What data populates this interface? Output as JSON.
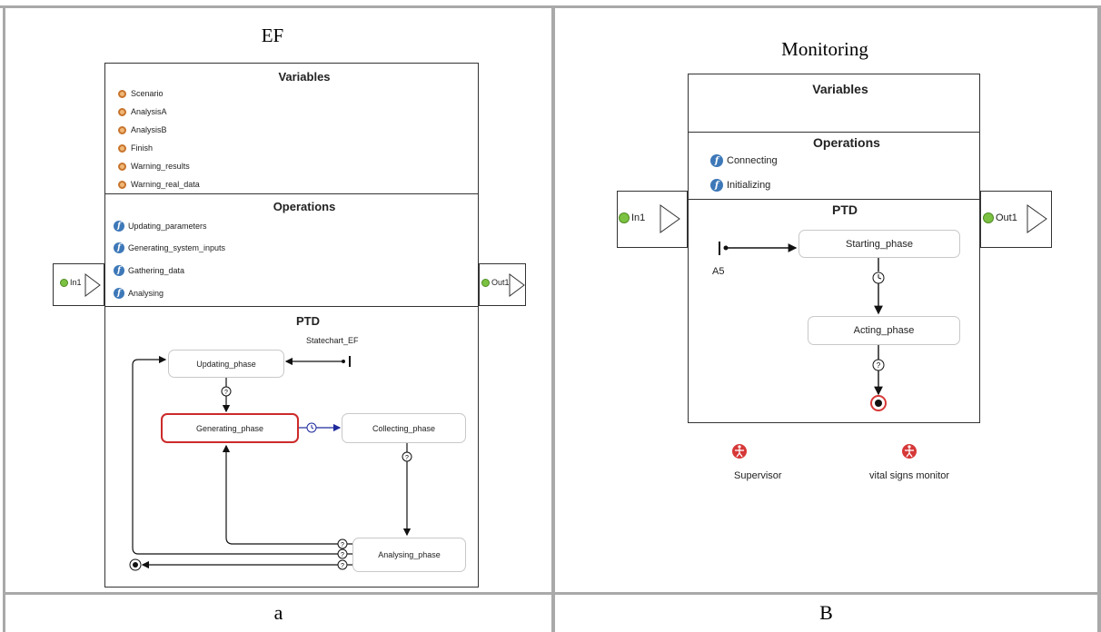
{
  "panel_a": {
    "title": "EF",
    "caption": "a",
    "variables_title": "Variables",
    "variables": [
      "Scenario",
      "AnalysisA",
      "AnalysisB",
      "Finish",
      "Warning_results",
      "Warning_real_data"
    ],
    "operations_title": "Operations",
    "operations": [
      "Updating_parameters",
      "Generating_system_inputs",
      "Gathering_data",
      "Analysing"
    ],
    "ptd_title": "PTD",
    "in_port": "In1",
    "out_port": "Out1",
    "statechart_label": "Statechart_EF",
    "states": {
      "updating": "Updating_phase",
      "generating": "Generating_phase",
      "collecting": "Collecting_phase",
      "analysing": "Analysing_phase"
    }
  },
  "panel_b": {
    "title": "Monitoring",
    "caption": "B",
    "variables_title": "Variables",
    "operations_title": "Operations",
    "operations": [
      "Connecting",
      "Initializing"
    ],
    "ptd_title": "PTD",
    "in_port": "In1",
    "out_port": "Out1",
    "initial_label": "A5",
    "states": {
      "starting": "Starting_phase",
      "acting": "Acting_phase"
    },
    "actors": [
      "Supervisor",
      "vital  signs  monitor"
    ]
  },
  "colors": {
    "active_state_border": "#cc2a2a",
    "variable_icon": "#c8742c",
    "operation_icon": "#3d78b8",
    "port_dot": "#7cc242",
    "timer_transition": "#1f2a9c",
    "actor": "#d63838"
  },
  "icons": {
    "variable": "variable-circle-icon",
    "operation": "function-f-icon",
    "port": "green-port-icon",
    "timer": "clock-icon",
    "condition": "question-icon",
    "actor": "actor-icon"
  }
}
